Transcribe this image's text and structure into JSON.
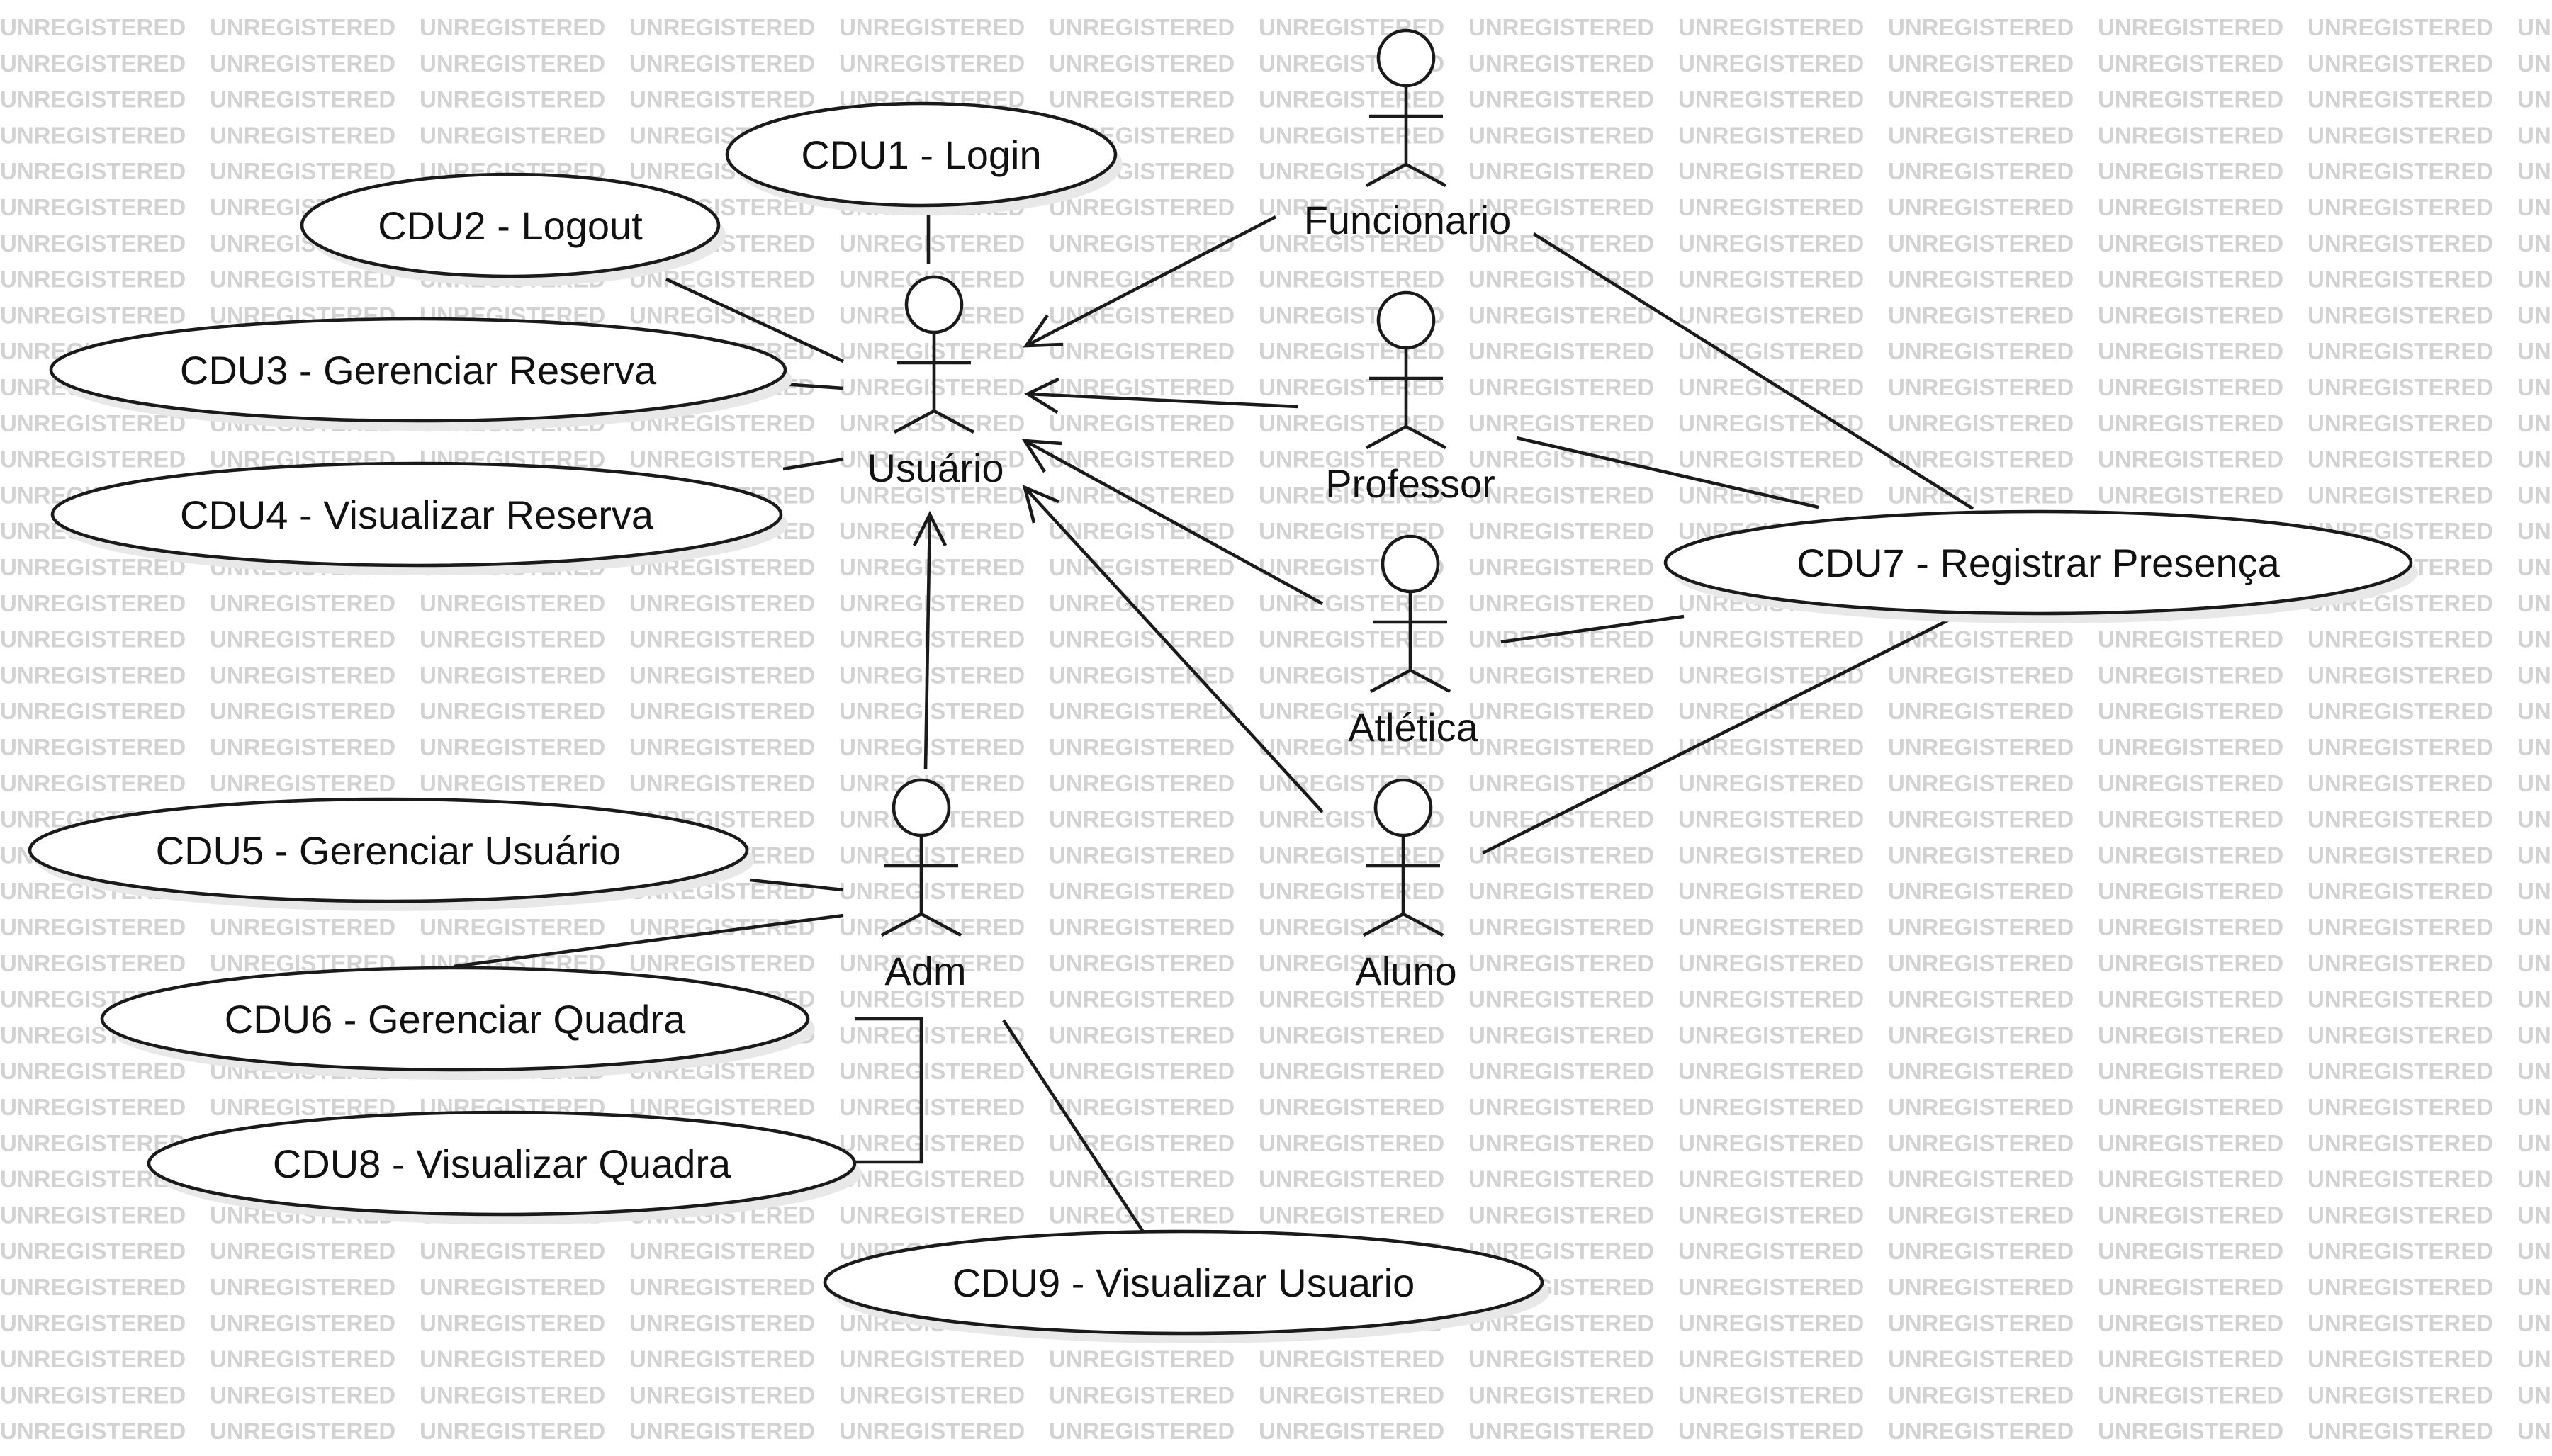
{
  "watermark": "UNREGISTERED",
  "actors": [
    {
      "id": "usuario",
      "name": "Usuário"
    },
    {
      "id": "funcionario",
      "name": "Funcionario"
    },
    {
      "id": "professor",
      "name": "Professor"
    },
    {
      "id": "atletica",
      "name": "Atlética"
    },
    {
      "id": "aluno",
      "name": "Aluno"
    },
    {
      "id": "adm",
      "name": "Adm"
    }
  ],
  "use_cases": [
    {
      "id": "cdu1",
      "label": "CDU1 - Login"
    },
    {
      "id": "cdu2",
      "label": "CDU2 - Logout"
    },
    {
      "id": "cdu3",
      "label": "CDU3 - Gerenciar Reserva"
    },
    {
      "id": "cdu4",
      "label": "CDU4 - Visualizar Reserva"
    },
    {
      "id": "cdu5",
      "label": "CDU5 - Gerenciar Usuário"
    },
    {
      "id": "cdu6",
      "label": "CDU6 - Gerenciar Quadra"
    },
    {
      "id": "cdu7",
      "label": "CDU7 - Registrar Presença"
    },
    {
      "id": "cdu8",
      "label": "CDU8 - Visualizar Quadra"
    },
    {
      "id": "cdu9",
      "label": "CDU9 - Visualizar Usuario"
    }
  ],
  "generalizations": [
    {
      "from": "funcionario",
      "to": "usuario"
    },
    {
      "from": "professor",
      "to": "usuario"
    },
    {
      "from": "atletica",
      "to": "usuario"
    },
    {
      "from": "aluno",
      "to": "usuario"
    },
    {
      "from": "adm",
      "to": "usuario"
    }
  ],
  "associations": [
    {
      "actor": "usuario",
      "use_case": "cdu1"
    },
    {
      "actor": "usuario",
      "use_case": "cdu2"
    },
    {
      "actor": "usuario",
      "use_case": "cdu3"
    },
    {
      "actor": "usuario",
      "use_case": "cdu4"
    },
    {
      "actor": "adm",
      "use_case": "cdu5"
    },
    {
      "actor": "adm",
      "use_case": "cdu6"
    },
    {
      "actor": "adm",
      "use_case": "cdu8"
    },
    {
      "actor": "adm",
      "use_case": "cdu9"
    },
    {
      "actor": "funcionario",
      "use_case": "cdu7"
    },
    {
      "actor": "professor",
      "use_case": "cdu7"
    },
    {
      "actor": "atletica",
      "use_case": "cdu7"
    },
    {
      "actor": "aluno",
      "use_case": "cdu7"
    }
  ]
}
